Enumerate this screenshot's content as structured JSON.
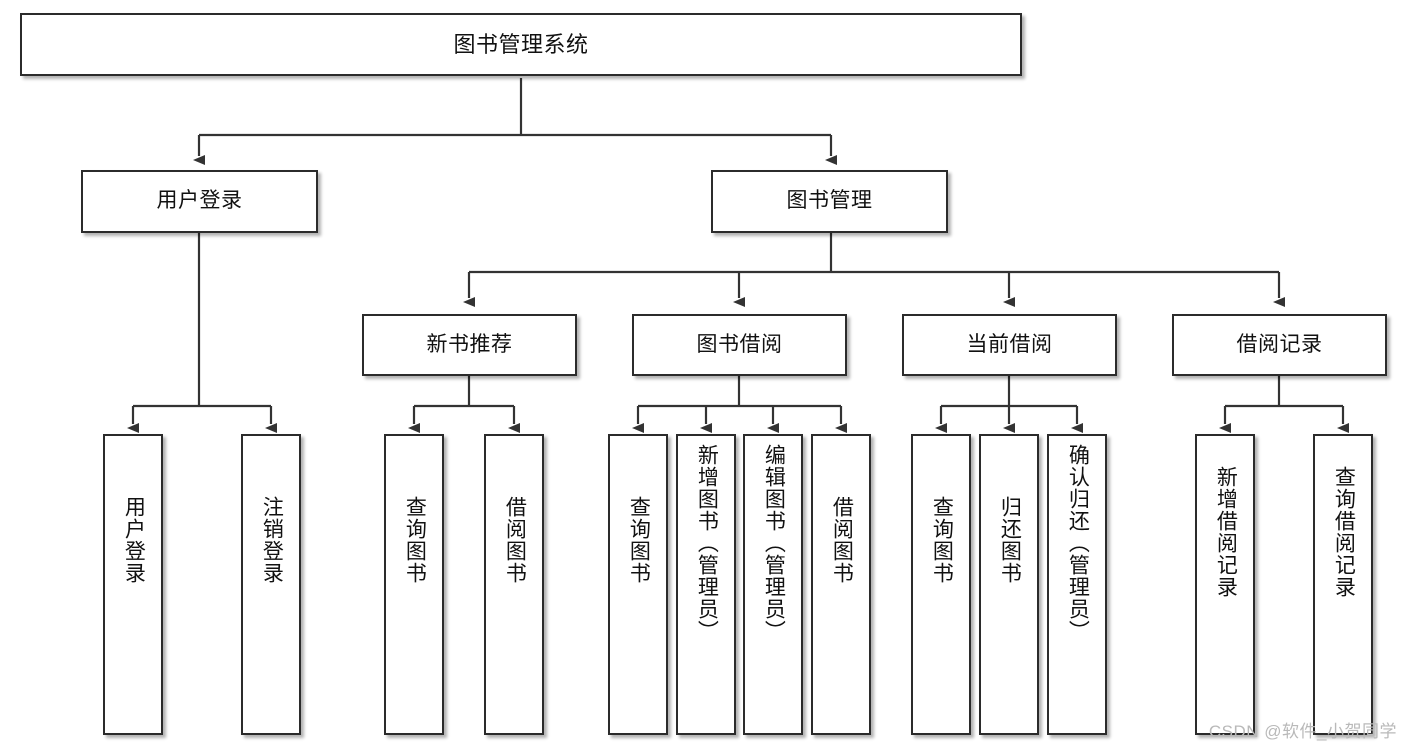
{
  "diagram": {
    "title": "图书管理系统",
    "type": "hierarchy-tree",
    "watermark": "CSDN @软件_小贺同学",
    "colors": {
      "box_border": "#2b2b2b",
      "box_fill": "#ffffff",
      "connector": "#333333",
      "text": "#111111",
      "watermark": "#b9b9b9"
    },
    "nodes": {
      "root": {
        "label": "图书管理系统"
      },
      "level2": [
        {
          "id": "user-login",
          "label": "用户登录"
        },
        {
          "id": "book-management",
          "label": "图书管理"
        }
      ],
      "level3": [
        {
          "id": "new-book-recommend",
          "label": "新书推荐"
        },
        {
          "id": "book-borrow",
          "label": "图书借阅"
        },
        {
          "id": "current-borrow",
          "label": "当前借阅"
        },
        {
          "id": "borrow-record",
          "label": "借阅记录"
        }
      ],
      "leaves": [
        {
          "id": "leaf-user-login",
          "label": "用户登录",
          "parent": "user-login"
        },
        {
          "id": "leaf-logout-login",
          "label": "注销登录",
          "parent": "user-login"
        },
        {
          "id": "leaf-query-book-1",
          "label": "查询图书",
          "parent": "new-book-recommend"
        },
        {
          "id": "leaf-borrow-book-1",
          "label": "借阅图书",
          "parent": "new-book-recommend"
        },
        {
          "id": "leaf-query-book-2",
          "label": "查询图书",
          "parent": "book-borrow"
        },
        {
          "id": "leaf-add-book-admin",
          "label": "新增图书（管理员）",
          "parent": "book-borrow"
        },
        {
          "id": "leaf-edit-book-admin",
          "label": "编辑图书（管理员）",
          "parent": "book-borrow"
        },
        {
          "id": "leaf-borrow-book-2",
          "label": "借阅图书",
          "parent": "book-borrow"
        },
        {
          "id": "leaf-query-book-3",
          "label": "查询图书",
          "parent": "current-borrow"
        },
        {
          "id": "leaf-return-book",
          "label": "归还图书",
          "parent": "current-borrow"
        },
        {
          "id": "leaf-confirm-return-admin",
          "label": "确认归还（管理员）",
          "parent": "current-borrow"
        },
        {
          "id": "leaf-add-borrow-record",
          "label": "新增借阅记录",
          "parent": "borrow-record"
        },
        {
          "id": "leaf-query-borrow-record",
          "label": "查询借阅记录",
          "parent": "borrow-record"
        }
      ]
    }
  }
}
